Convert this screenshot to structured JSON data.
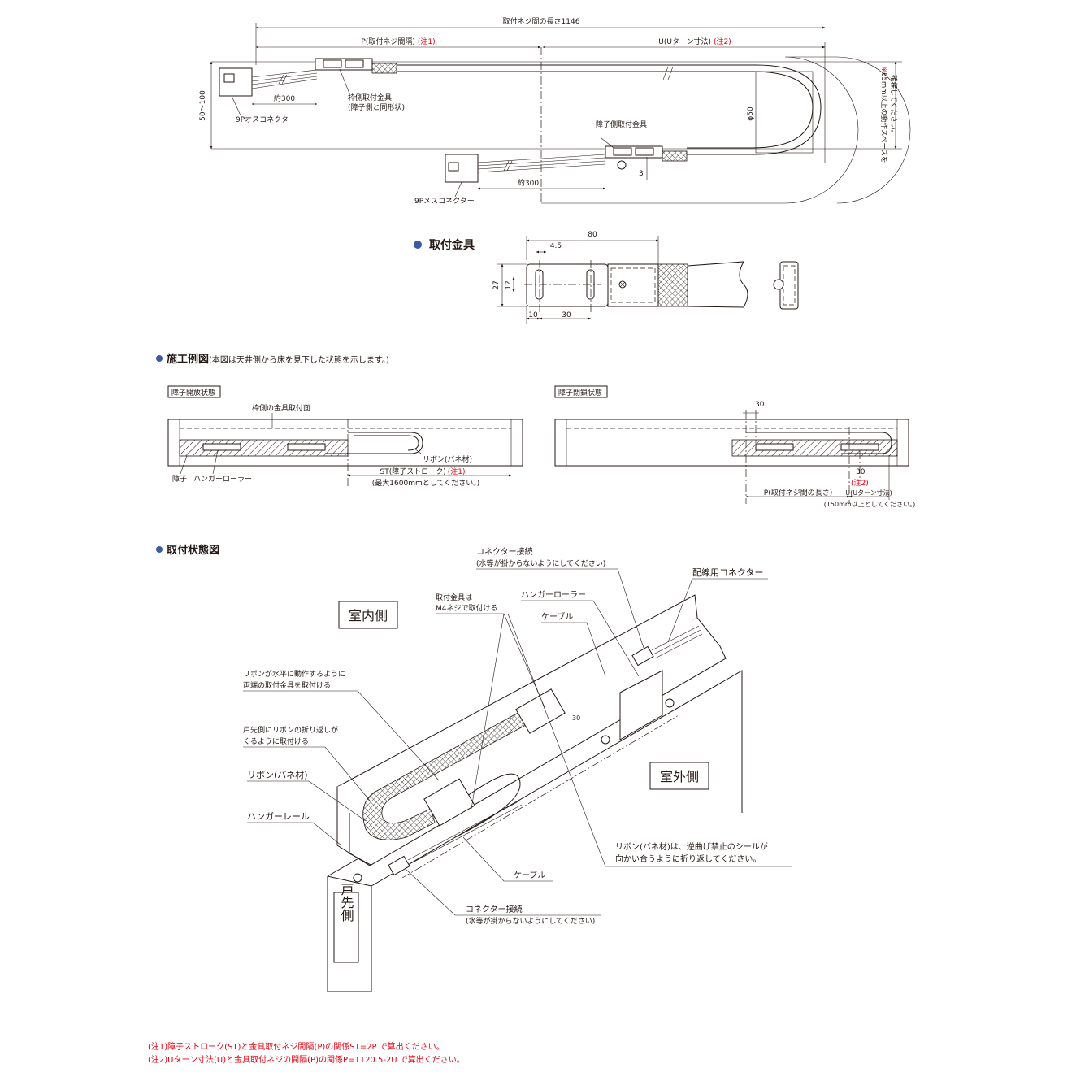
{
  "top_diagram": {
    "total_length": "取付ネジ間の長さ1146",
    "p_label": "P(取付ネジ間隔)",
    "p_note": "(注1)",
    "u_label": "U(Uターン寸法)",
    "u_note": "(注2)",
    "height_range": "50〜100",
    "length_300_a": "約300",
    "length_300_b": "約300",
    "frame_bracket_line1": "枠側取付金具",
    "frame_bracket_line2": "(障子側と同形状)",
    "male_connector": "9Pオスコネクター",
    "female_connector": "9Pメスコネクター",
    "sash_bracket": "障子側取付金具",
    "diameter": "φ50",
    "dim_3": "3",
    "space_note_mark": "※",
    "space_note_line1": "65mm以上の動作スペースを",
    "space_note_line2": "確保してください。"
  },
  "bracket_section": {
    "title": "取付金具",
    "dim_80": "80",
    "dim_4_5": "4.5",
    "dim_27": "27",
    "dim_12": "12",
    "dim_10": "10",
    "dim_30": "30"
  },
  "example_section": {
    "title": "施工例図",
    "subtitle": "(本図は天井側から床を見下した状態を示します。)",
    "open": {
      "tag": "障子開放状態",
      "frame_face": "枠側の金具取付面",
      "ribbon": "リボン(バネ材)",
      "sash": "障子",
      "roller": "ハンガーローラー",
      "stroke": "ST(障子ストローク)",
      "stroke_note": "(注1)",
      "max": "(最大1600mmとしてください。)"
    },
    "closed": {
      "tag": "障子閉鎖状態",
      "dim_30_top": "30",
      "dim_30_bottom": "30",
      "note2": "(注2)",
      "p_label": "P(取付ネジ間の長さ)",
      "u_label": "U(Uターン寸法)",
      "u_min": "(150mm以上としてください。)"
    }
  },
  "install_section": {
    "title": "取付状態図",
    "indoor": "室内側",
    "outdoor": "室外側",
    "door_end": "戸先側",
    "connector_top_line1": "コネクター接続",
    "connector_top_line2": "(水等が掛からないようにしてください)",
    "wiring_connector": "配線用コネクター",
    "mount_line1": "取付金具は",
    "mount_line2": "M4ネジで取付ける",
    "hanger_roller": "ハンガーローラー",
    "cable_top": "ケーブル",
    "dim_30": "30",
    "horizontal_line1": "リボンが水平に動作するように",
    "horizontal_line2": "両端の取付金具を取付ける",
    "fold_line1": "戸先側にリボンの折り返しが",
    "fold_line2": "くるように取付ける",
    "ribbon": "リボン(バネ材)",
    "hanger_rail": "ハンガーレール",
    "seal_line1": "リボン(バネ材)は、逆曲げ禁止のシールが",
    "seal_line2": "向かい合うように折り返してください。",
    "cable_bottom": "ケーブル",
    "connector_bottom_line1": "コネクター接続",
    "connector_bottom_line2": "(水等が掛からないようにしてください)"
  },
  "notes": {
    "note1": "(注1)障子ストローク(ST)と金具取付ネジ間隔(P)の関係ST=2P で算出ください。",
    "note2": "(注2)Uターン寸法(U)と金具取付ネジの間隔(P)の関係P=1120.5-2U で算出ください。"
  },
  "colors": {
    "accent_red": "#e60012",
    "bullet_blue": "#3c5aa6",
    "line": "#231815"
  }
}
